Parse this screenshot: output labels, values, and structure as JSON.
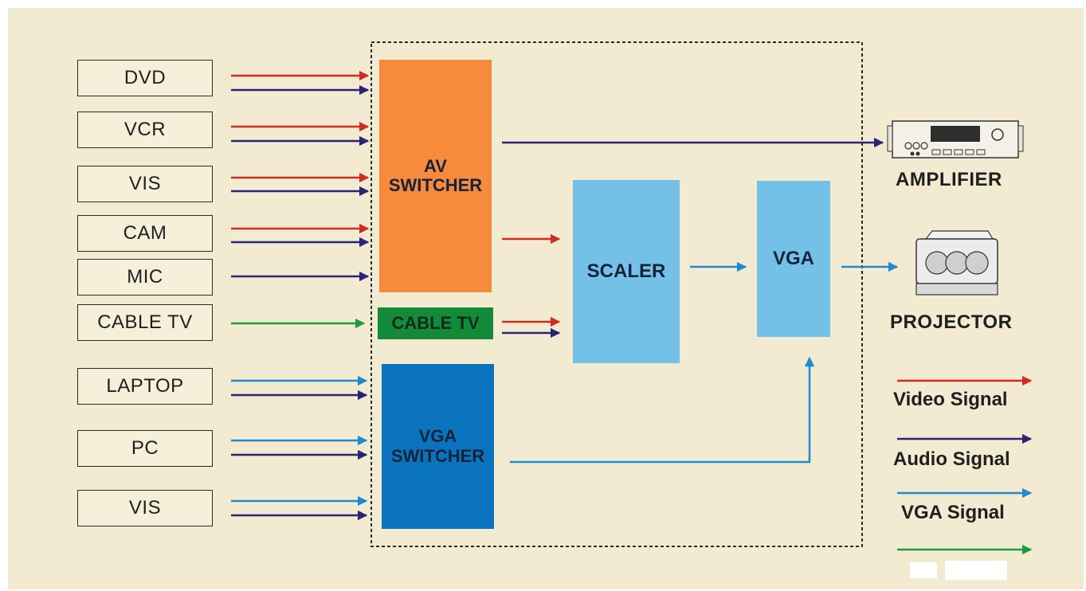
{
  "sources": [
    "DVD",
    "VCR",
    "VIS",
    "CAM",
    "MIC",
    "CABLE TV",
    "LAPTOP",
    "PC",
    "VIS"
  ],
  "blocks": {
    "av_switcher": "AV\nSWITCHER",
    "cable_tv": "CABLE TV",
    "vga_switcher": "VGA\nSWITCHER",
    "scaler": "SCALER",
    "vga": "VGA"
  },
  "outputs": {
    "amplifier": "AMPLIFIER",
    "projector": "PROJECTOR"
  },
  "legend": {
    "video": "Video Signal",
    "audio": "Audio Signal",
    "vga": "VGA Signal",
    "cable": ""
  },
  "colors": {
    "video": "#d42a20",
    "audio": "#2b2375",
    "vga_signal": "#1f8ad0",
    "cable_signal": "#1f9a3a",
    "av_switcher": "#f78a3c",
    "cable_tv_box": "#138a3a",
    "vga_switcher": "#0a73be",
    "scaler": "#74c1e8",
    "vga_box": "#74c1e8"
  }
}
